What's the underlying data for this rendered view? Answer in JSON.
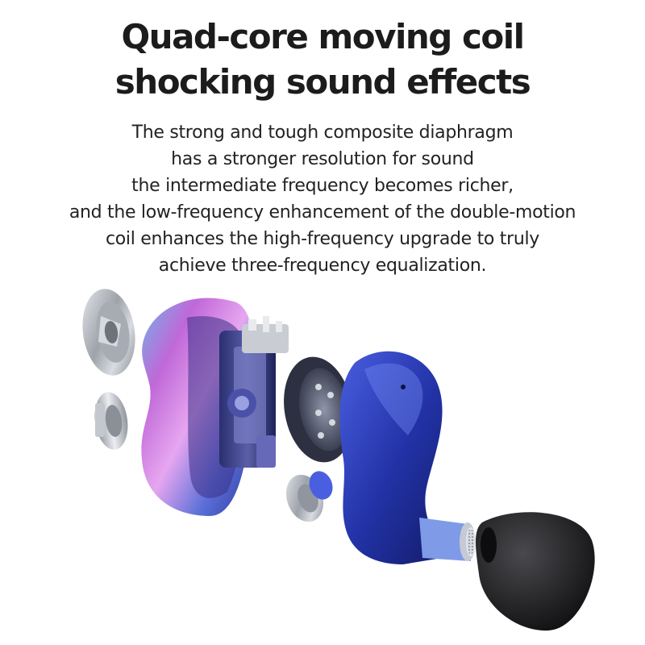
{
  "headline": {
    "lines": [
      "Quad-core moving coil",
      "shocking sound effects"
    ]
  },
  "description": {
    "lines": [
      "The strong and tough composite diaphragm",
      "has a stronger resolution for sound",
      "the intermediate frequency becomes richer,",
      "and the low-frequency enhancement of the double-motion",
      "coil enhances the high-frequency upgrade to truly",
      "achieve three-frequency equalization."
    ]
  },
  "colors": {
    "headline": "#1c1c1c",
    "body": "#222222",
    "shell_blue": "#2b3fb8",
    "shell_purple": "#9a5ad6",
    "metal": "#b8bcc4",
    "eartip": "#1c1c1e"
  }
}
